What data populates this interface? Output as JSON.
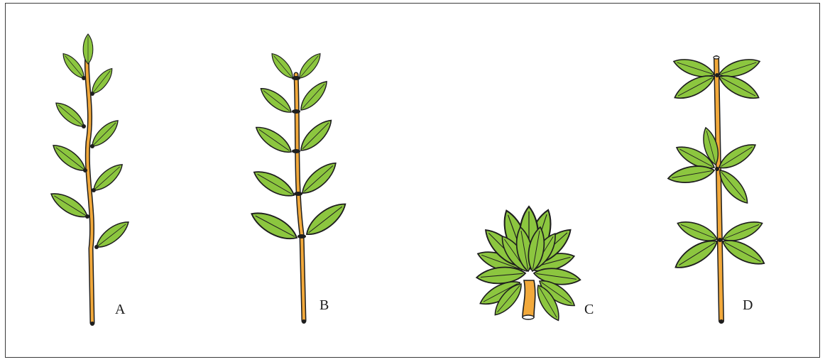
{
  "panels": [
    {
      "id": "A",
      "label": "A",
      "arrangement": "alternate"
    },
    {
      "id": "B",
      "label": "B",
      "arrangement": "opposite"
    },
    {
      "id": "C",
      "label": "C",
      "arrangement": "rosette"
    },
    {
      "id": "D",
      "label": "D",
      "arrangement": "whorled"
    }
  ],
  "colors": {
    "leaf_fill": "#8cc63f",
    "leaf_outline": "#1e1e1e",
    "stem_fill": "#f2a93b",
    "node": "#1e1e1e",
    "frame_border": "#3a3a3a"
  }
}
